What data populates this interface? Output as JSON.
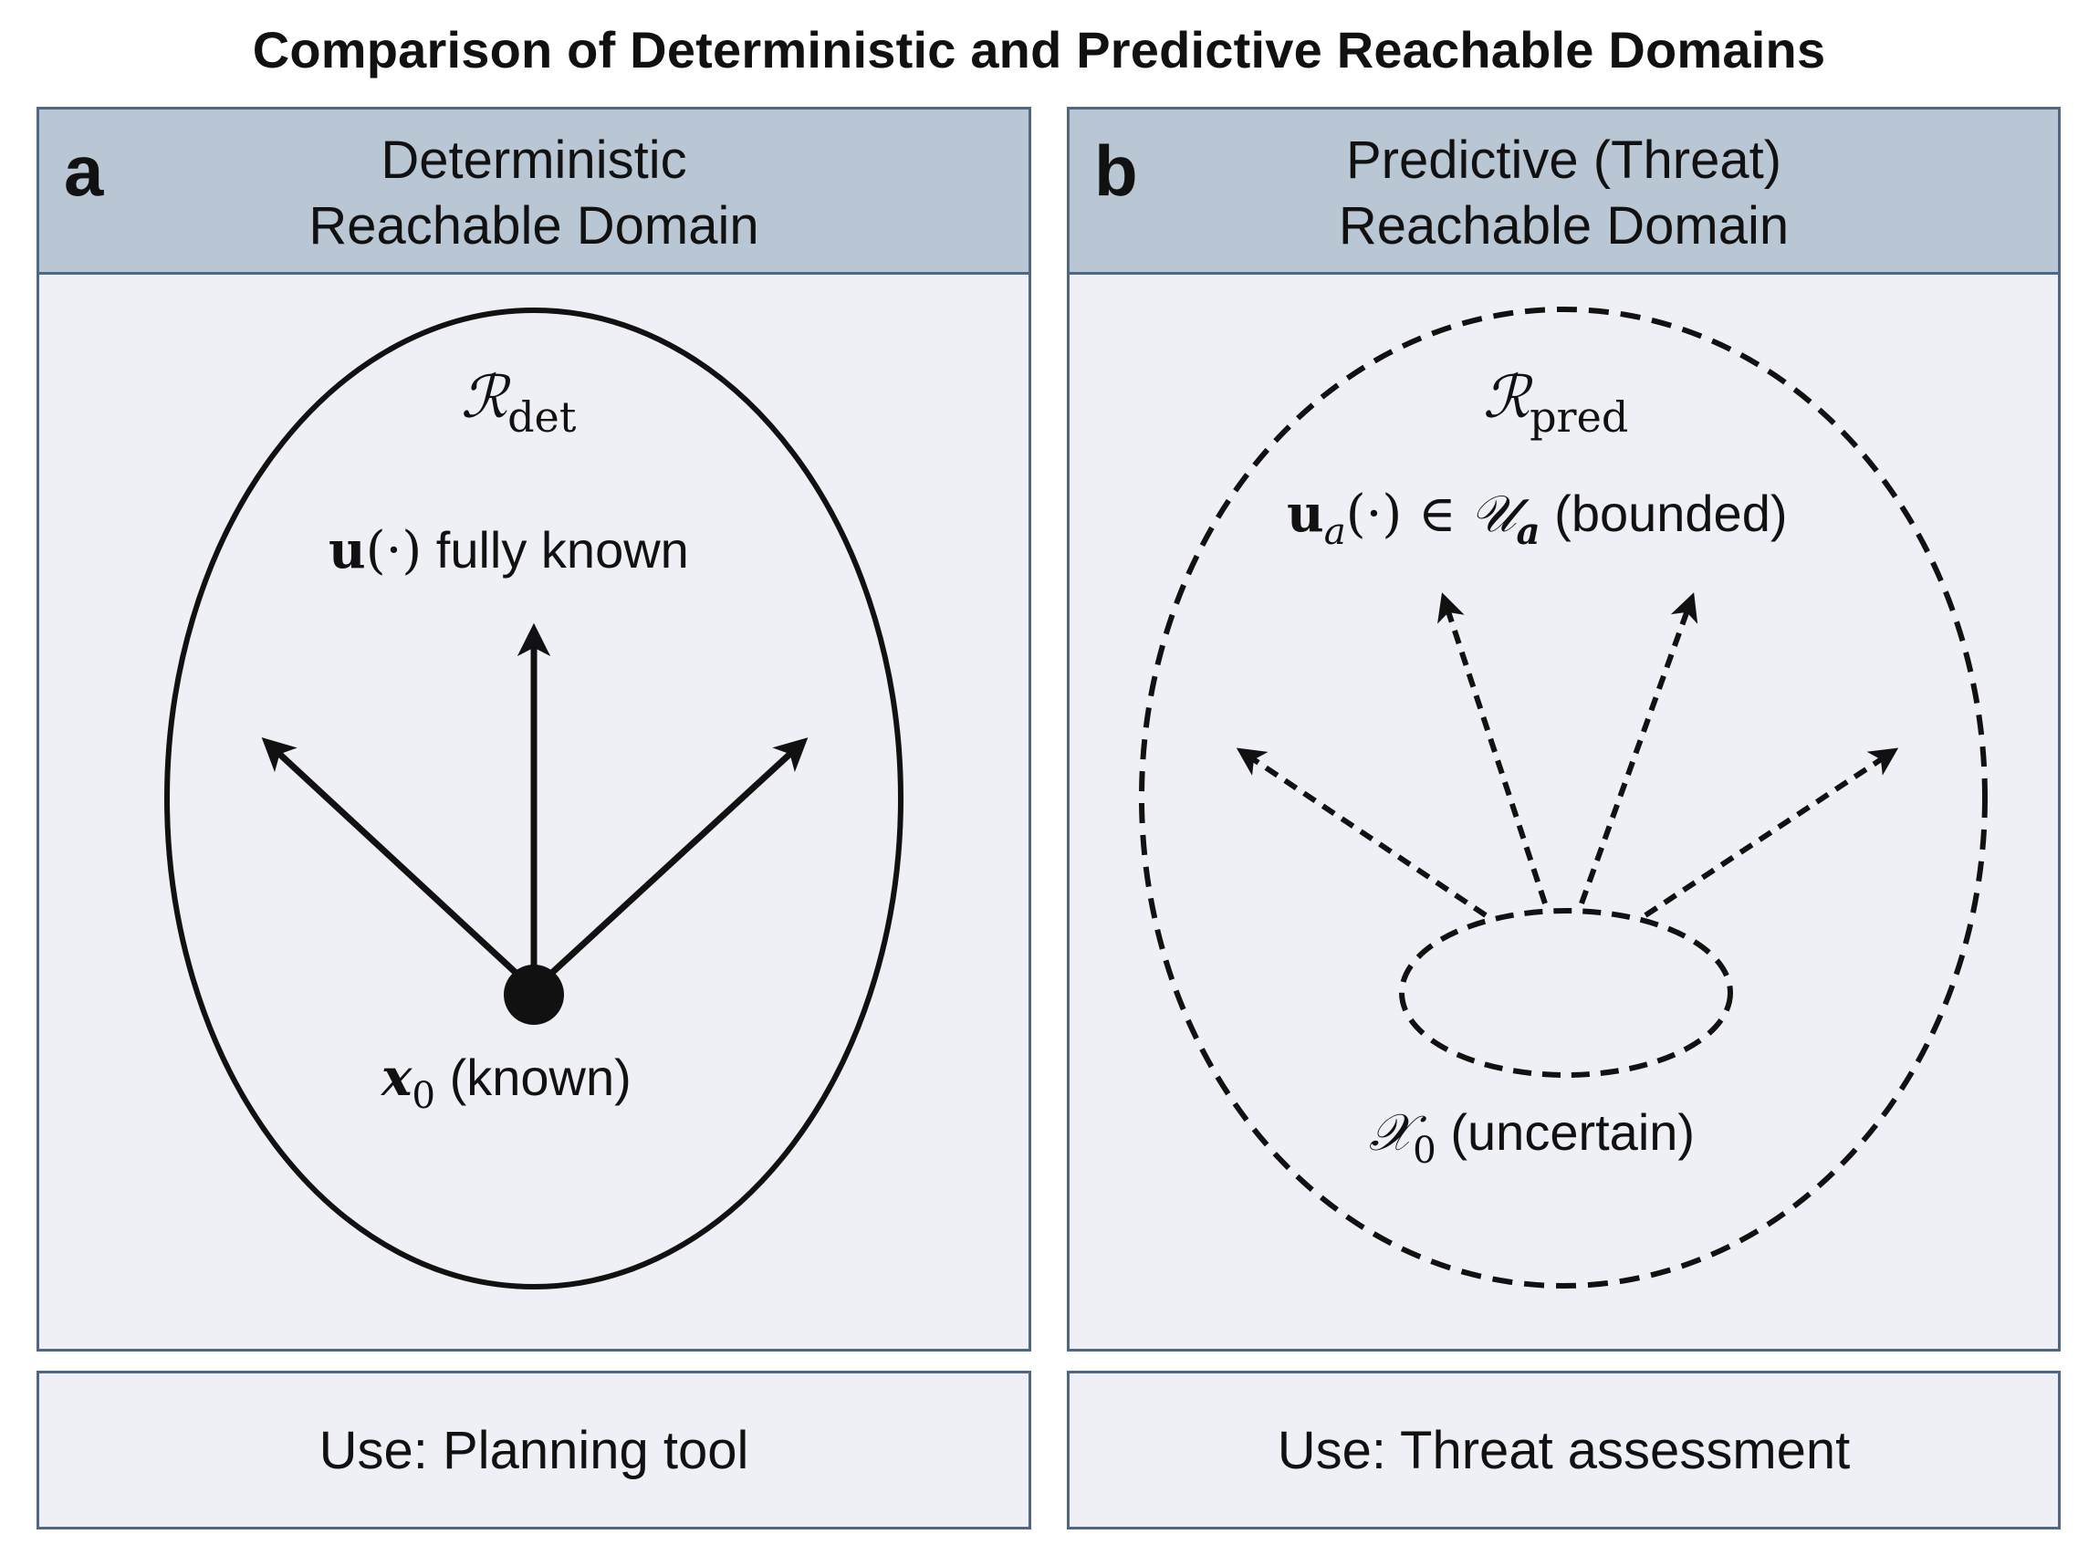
{
  "title": "Comparison of Deterministic and Predictive Reachable Domains",
  "panels": [
    {
      "letter": "a",
      "title_line1": "Deterministic",
      "title_line2": "Reachable Domain",
      "domain_symbol": "ℛ",
      "domain_subscript": "det",
      "control_symbol": "u",
      "control_args": "(·)",
      "control_text": "fully known",
      "state_symbol": "x",
      "state_subscript": "0",
      "state_text": "(known)",
      "use": "Use: Planning tool"
    },
    {
      "letter": "b",
      "title_line1": "Predictive (Threat)",
      "title_line2": "Reachable Domain",
      "domain_symbol": "ℛ",
      "domain_subscript": "pred",
      "control_symbol": "u",
      "control_subscript": "a",
      "control_args": "(·) ∈",
      "set_symbol": "𝒰",
      "set_subscript": "a",
      "control_text": "(bounded)",
      "state_symbol": "𝒳",
      "state_subscript": "0",
      "state_text": "(uncertain)",
      "use": "Use: Threat assessment"
    }
  ],
  "colors": {
    "panel_fill": "#eef0f5",
    "header_fill": "#b9c7d5",
    "border": "#4f6685",
    "ink": "#111111"
  }
}
